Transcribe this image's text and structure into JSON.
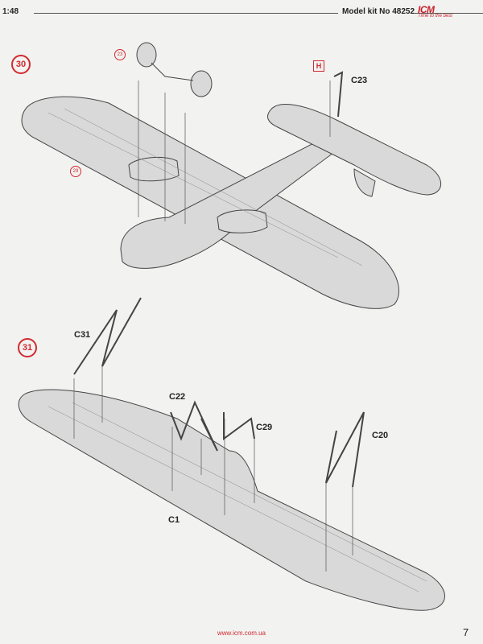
{
  "header": {
    "scale": "1:48",
    "kit": "Model kit No 48252",
    "logo_brand": "ICM",
    "logo_tag": "Time to the best"
  },
  "steps": {
    "s30": "30",
    "s31": "31",
    "sub23": "23",
    "sub29": "29",
    "h_marker": "H"
  },
  "labels": {
    "c23": "C23",
    "c31": "C31",
    "c22": "C22",
    "c29": "C29",
    "c20": "C20",
    "c1": "C1"
  },
  "footer": {
    "url": "www.icm.com.ua",
    "page": "7"
  },
  "colors": {
    "accent": "#d12a2f",
    "part_fill": "#d9d9d9"
  }
}
